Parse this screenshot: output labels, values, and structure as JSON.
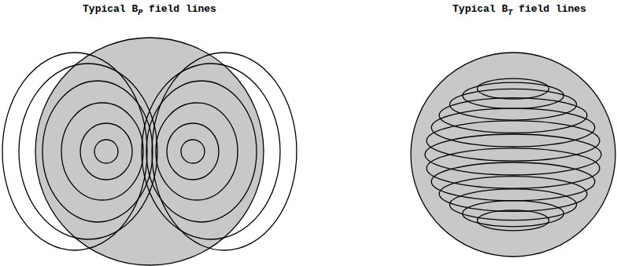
{
  "diagram": {
    "labels": [
      "Typical B",
      "P",
      "field lines",
      "Typical B",
      "T",
      "field lines"
    ]
  }
}
